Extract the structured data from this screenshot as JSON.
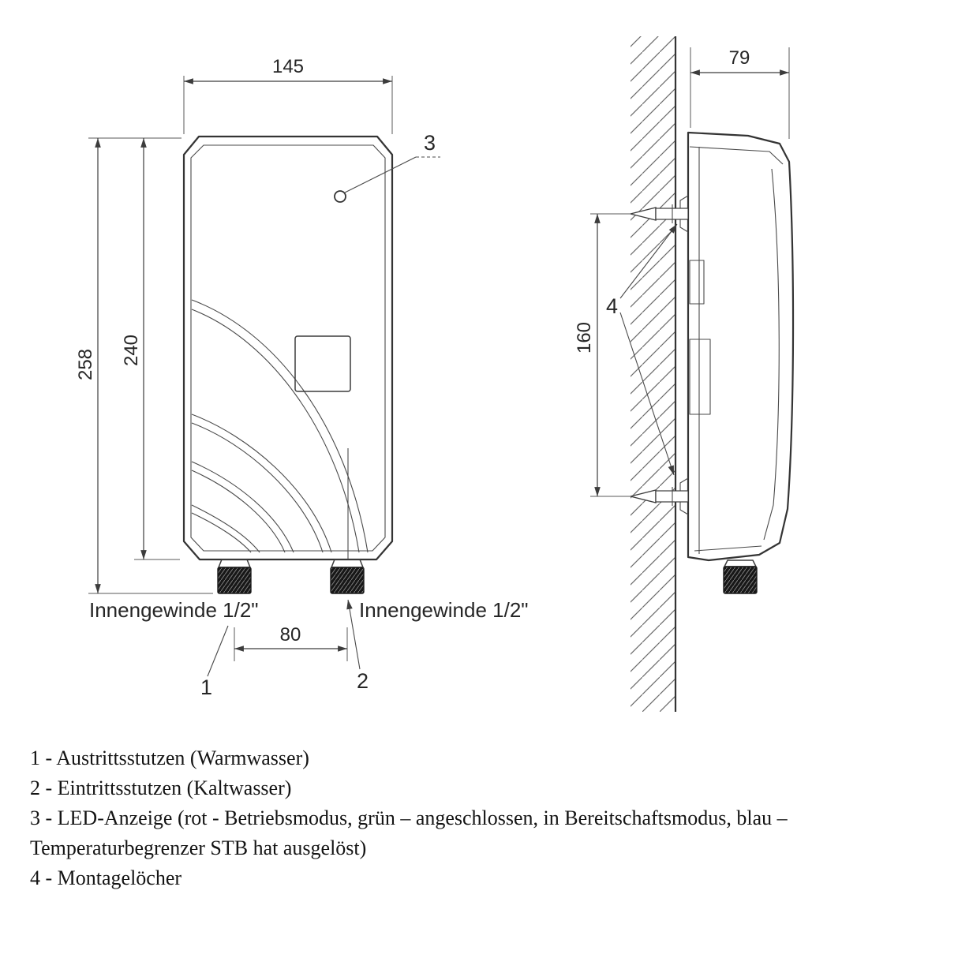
{
  "front_view": {
    "dim_width_mm": "145",
    "dim_height_total_mm": "258",
    "dim_height_body_mm": "240",
    "dim_port_spacing_mm": "80",
    "thread_label_left": "Innengewinde 1/2\"",
    "thread_label_right": "Innengewinde 1/2\"",
    "callout_1": "1",
    "callout_2": "2",
    "callout_3": "3"
  },
  "side_view": {
    "dim_depth_mm": "79",
    "dim_mount_hole_spacing_mm": "160",
    "callout_4": "4"
  },
  "legend": {
    "lines": [
      "1 - Austrittsstutzen (Warmwasser)",
      "2 - Eintrittsstutzen (Kaltwasser)",
      "3 - LED-Anzeige (rot - Betriebsmodus, grün – angeschlossen, in Bereitschaftsmodus, blau –",
      "Temperaturbegrenzer STB hat ausgelöst)",
      "4 - Montagelöcher"
    ]
  },
  "colors": {
    "line": "#3c3c3c",
    "text": "#262626",
    "background": "#ffffff",
    "connector": "#161616"
  }
}
